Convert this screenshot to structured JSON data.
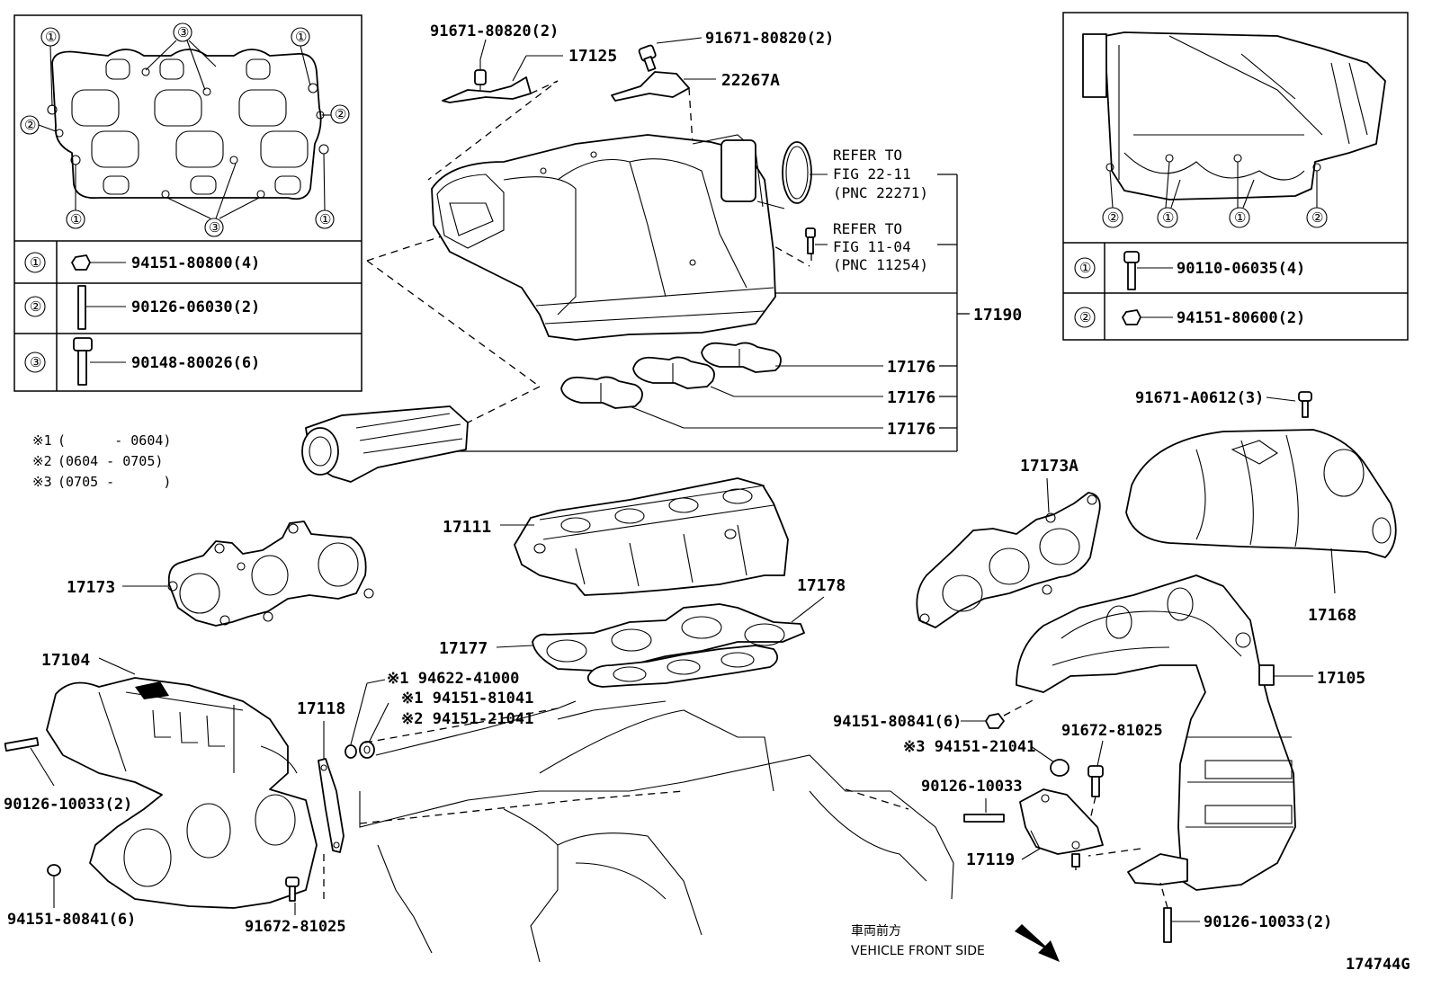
{
  "left_table": {
    "rows": [
      {
        "key": "①",
        "part": "94151-80800(4)"
      },
      {
        "key": "②",
        "part": "90126-06030(2)"
      },
      {
        "key": "③",
        "part": "90148-80026(6)"
      }
    ],
    "markers": {
      "one": "①",
      "two": "②",
      "three": "③"
    }
  },
  "right_table": {
    "rows": [
      {
        "key": "①",
        "part": "90110-06035(4)"
      },
      {
        "key": "②",
        "part": "94151-80600(2)"
      }
    ]
  },
  "notes": [
    {
      "mark": "※1",
      "range": "(      - 0604)"
    },
    {
      "mark": "※2",
      "range": "(0604 - 0705)"
    },
    {
      "mark": "※3",
      "range": "(0705 -      )"
    }
  ],
  "refs": {
    "ref1": [
      "REFER TO",
      "FIG 22-11",
      "(PNC 22271)"
    ],
    "ref2": [
      "REFER TO",
      "FIG 11-04",
      "(PNC 11254)"
    ]
  },
  "labels": {
    "p91671_80820_a": "91671-80820(2)",
    "p17125": "17125",
    "p91671_80820_b": "91671-80820(2)",
    "p22267A": "22267A",
    "p17190": "17190",
    "p17176_a": "17176",
    "p17176_b": "17176",
    "p17176_c": "17176",
    "p91671_A0612": "91671-A0612(3)",
    "p17173A": "17173A",
    "p17111": "17111",
    "p17173": "17173",
    "p17178": "17178",
    "p17177": "17177",
    "p17168": "17168",
    "p17104": "17104",
    "p17105": "17105",
    "p94622_41000": "※1 94622-41000",
    "p94151_81041": "※1 94151-81041",
    "p94151_21041_a": "※2 94151-21041",
    "p17118": "17118",
    "p94151_80841_r": "94151-80841(6)",
    "p94151_21041_b": "※3 94151-21041",
    "p91672_81025_r": "91672-81025",
    "p90126_10033_r": "90126-10033",
    "p90126_10033_l": "90126-10033(2)",
    "p17119": "17119",
    "p94151_80841_l": "94151-80841(6)",
    "p91672_81025_l": "91672-81025",
    "p90126_10033_br": "90126-10033(2)"
  },
  "direction": {
    "jp": "車両前方",
    "en": "VEHICLE FRONT SIDE"
  },
  "figure_id": "174744G"
}
